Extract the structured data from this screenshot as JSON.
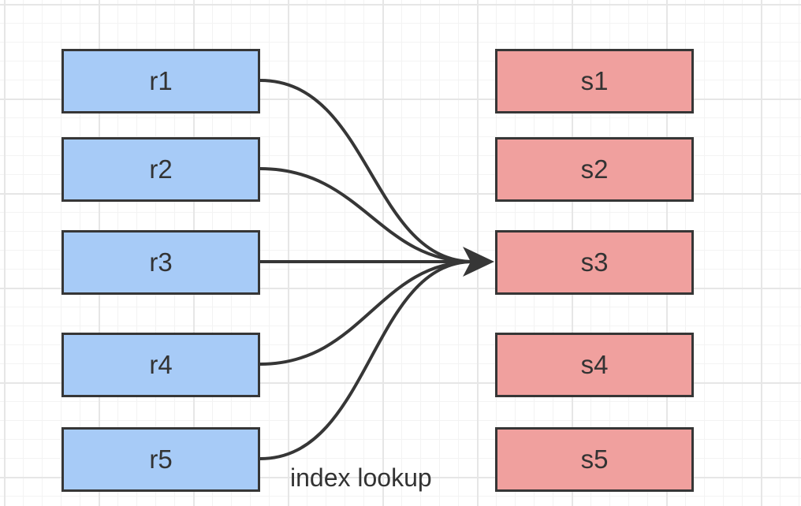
{
  "colors": {
    "left_fill": "#a7cbf7",
    "right_fill": "#f0a09e",
    "stroke": "#363636"
  },
  "left_nodes": [
    {
      "id": "r1",
      "label": "r1"
    },
    {
      "id": "r2",
      "label": "r2"
    },
    {
      "id": "r3",
      "label": "r3"
    },
    {
      "id": "r4",
      "label": "r4"
    },
    {
      "id": "r5",
      "label": "r5"
    }
  ],
  "right_nodes": [
    {
      "id": "s1",
      "label": "s1"
    },
    {
      "id": "s2",
      "label": "s2"
    },
    {
      "id": "s3",
      "label": "s3"
    },
    {
      "id": "s4",
      "label": "s4"
    },
    {
      "id": "s5",
      "label": "s5"
    }
  ],
  "edges": [
    {
      "from": "r1",
      "to": "s3"
    },
    {
      "from": "r2",
      "to": "s3"
    },
    {
      "from": "r3",
      "to": "s3"
    },
    {
      "from": "r4",
      "to": "s3"
    },
    {
      "from": "r5",
      "to": "s3"
    }
  ],
  "edge_label": "index lookup"
}
